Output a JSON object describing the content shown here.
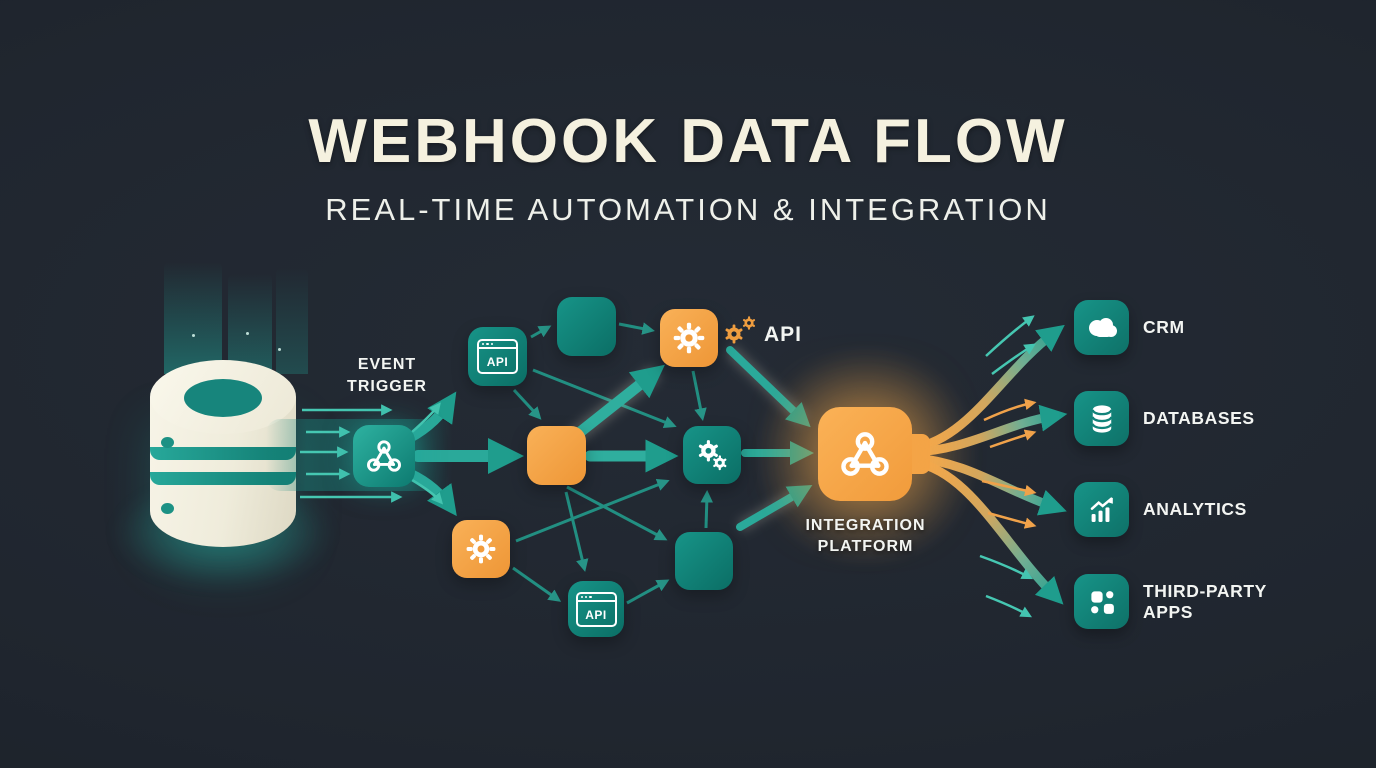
{
  "header": {
    "title": "WEBHOOK DATA FLOW",
    "subtitle": "REAL-TIME AUTOMATION & INTEGRATION"
  },
  "source": {
    "icon": "database-cylinder",
    "event_trigger_line1": "EVENT",
    "event_trigger_line2": "TRIGGER"
  },
  "mesh": {
    "api_node_top_label": "API",
    "api_node_bottom_label": "API",
    "api_side_label": "API",
    "icons": [
      "api-browser-icon",
      "gear-icon",
      "double-gear-icon",
      "webhook-icon"
    ]
  },
  "platform": {
    "icon": "webhook-icon",
    "label_line1": "INTEGRATION",
    "label_line2": "PLATFORM"
  },
  "destinations": [
    {
      "label": "CRM",
      "icon": "cloud-icon"
    },
    {
      "label": "DATABASES",
      "icon": "database-icon"
    },
    {
      "label": "ANALYTICS",
      "icon": "analytics-icon"
    },
    {
      "label": "THIRD-PARTY APPS",
      "icon": "apps-grid-icon"
    }
  ],
  "colors": {
    "background": "#20262F",
    "teal_node": "#12837A",
    "teal_arrow_bright": "#2FAE9E",
    "teal_arrow_dark": "#228F82",
    "orange": "#F6A449",
    "cream_title": "#F5F1DF",
    "label_white": "#F3F5F2"
  }
}
